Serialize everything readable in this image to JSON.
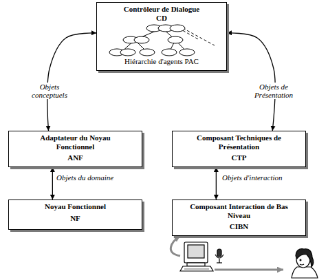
{
  "diagram": {
    "nodes": [
      {
        "text": [
          "Contrôleur de Dialogue",
          "CD",
          "Hiérarchie d'agents PAC"
        ]
      },
      {
        "text": [
          "Adaptateur du Noyau Fonctionnel",
          "ANF"
        ]
      },
      {
        "text": [
          "Noyau Fonctionnel",
          "NF"
        ]
      },
      {
        "text": [
          "Composant Techniques de Présentation",
          "CTP"
        ]
      },
      {
        "text": [
          "Composant Interaction de Bas Niveau",
          "CIBN"
        ]
      }
    ],
    "edges": [
      {
        "from": 0,
        "to": 1,
        "label": "Objets conceptuels",
        "arrow": "both"
      },
      {
        "from": 0,
        "to": 3,
        "label": "Objets de Présentation",
        "arrow": "both"
      },
      {
        "from": 1,
        "to": 2,
        "label": "Objets du domaine",
        "arrow": "both"
      },
      {
        "from": 3,
        "to": 4,
        "label": "Objets d'interaction",
        "arrow": "both"
      }
    ]
  }
}
